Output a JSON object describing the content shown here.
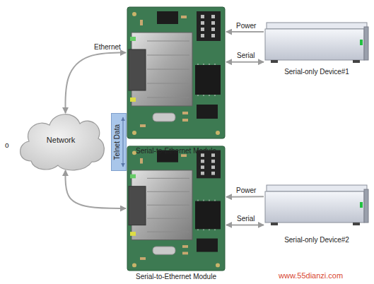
{
  "diagram": {
    "nodes": [
      {
        "text": [
          "Serial-to-Ethernet Module"
        ]
      },
      {
        "text": [
          "Serial-only Device#1"
        ]
      },
      {
        "text": [
          "Network"
        ]
      },
      {
        "text": [
          "Telnet Data"
        ]
      },
      {
        "text": [
          "Serial-to-Ethernet Module"
        ]
      },
      {
        "text": [
          "Serial-only Device#2"
        ]
      }
    ],
    "edges": [
      {
        "from": 2,
        "to": 0,
        "arrow": "both",
        "label": "Ethernet"
      },
      {
        "from": 1,
        "to": 0,
        "arrow": "to",
        "label": "Power"
      },
      {
        "from": 0,
        "to": 1,
        "arrow": "both",
        "label": "Serial"
      },
      {
        "from": 2,
        "to": 4,
        "arrow": "both"
      },
      {
        "from": 5,
        "to": 4,
        "arrow": "to",
        "label": "Power"
      },
      {
        "from": 4,
        "to": 5,
        "arrow": "both",
        "label": "Serial"
      }
    ],
    "labels": [
      "o",
      "www.55dianzi.com"
    ]
  }
}
